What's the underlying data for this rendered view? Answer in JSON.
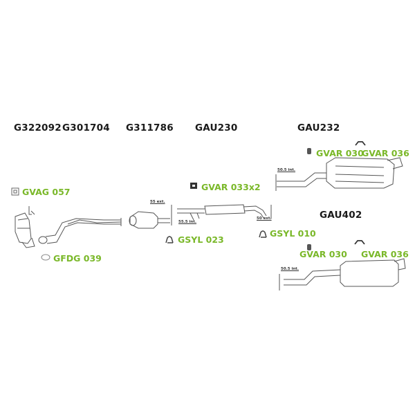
{
  "parts": [
    {
      "code": "G322092"
    },
    {
      "code": "G301704"
    },
    {
      "code": "G311786"
    },
    {
      "code": "GAU230"
    },
    {
      "code": "GAU232"
    },
    {
      "code": "GAU402"
    }
  ],
  "accessories": [
    {
      "code": "GVAG 057",
      "icon": "gasket-icon"
    },
    {
      "code": "GFDG 039",
      "icon": "flange-gasket-icon"
    },
    {
      "code": "GSYL 023",
      "icon": "clamp-icon"
    },
    {
      "code": "GVAR 033x2",
      "icon": "rubber-mount-icon"
    },
    {
      "code": "GSYL 010",
      "icon": "clamp-icon"
    },
    {
      "code": "GVAR 030",
      "icon": "rubber-mount-icon"
    },
    {
      "code": "GVAR 036",
      "icon": "hanger-icon"
    },
    {
      "code": "GVAR 030",
      "icon": "rubber-mount-icon"
    },
    {
      "code": "GVAR 036",
      "icon": "hanger-icon"
    }
  ],
  "dimensions": [
    "55 ext.",
    "55.5 int.",
    "50 ext.",
    "50.5 int.",
    "50.5 int."
  ],
  "colors": {
    "accessory_label": "#7ab829",
    "part_label": "#1a1a1a"
  }
}
